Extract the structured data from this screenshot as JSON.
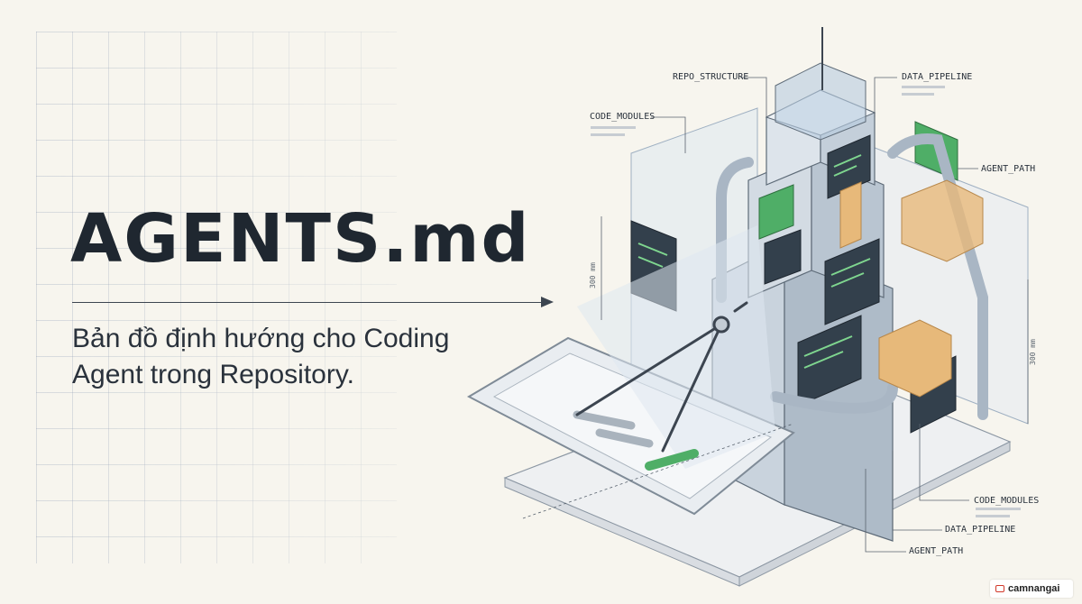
{
  "hero": {
    "title": "AGENTS.md",
    "subtitle_line1": "Bản đồ định hướng cho Coding",
    "subtitle_line2": "Agent trong Repository."
  },
  "diagram": {
    "labels": {
      "repo_structure": "REPO_STRUCTURE",
      "data_pipeline_top": "DATA_PIPELINE",
      "code_modules_top": "CODE_MODULES",
      "agent_path_top": "AGENT_PATH",
      "code_modules_bottom": "CODE_MODULES",
      "data_pipeline_bottom": "DATA_PIPELINE",
      "agent_path_bottom": "AGENT_PATH"
    },
    "dimensions": {
      "left": "300 mm",
      "right": "300 mm"
    }
  },
  "watermark": {
    "text": "camnangai"
  },
  "colors": {
    "background": "#f7f5ee",
    "ink": "#1f2730",
    "line": "#3c4550",
    "screen_dark": "#33404c",
    "code_green": "#4fae67",
    "box_orange": "#e7b97a",
    "glass_blue": "#b7cbe0"
  }
}
